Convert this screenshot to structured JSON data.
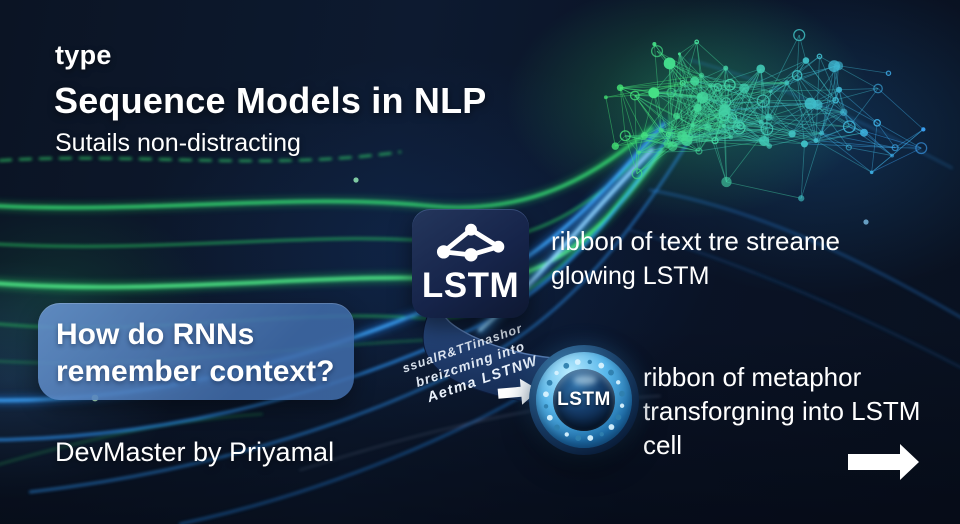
{
  "header": {
    "eyebrow": "type",
    "title": "Sequence Models in NLP",
    "subtitle": "Sutails non-distracting"
  },
  "badge": {
    "label": "LSTM"
  },
  "badge_caption": {
    "line1": "ribbon of text tre streame",
    "line2": "glowing LSTM"
  },
  "question": {
    "line1": "How do RNNs",
    "line2": "remember context?"
  },
  "ribbon": {
    "line1": "ssualR&TTinashor",
    "line2": "breizcming into",
    "line3": "Aetma LSTNW"
  },
  "cell": {
    "label": "LSTM"
  },
  "cell_caption": {
    "line1": "ribbon of metaphor",
    "line2": "transforgning into LSTM cell"
  },
  "footer": {
    "credit": "DevMaster by Priyamal"
  },
  "colors": {
    "accent_green": "#2de56b",
    "accent_blue": "#2f9bff",
    "question_bg": "#4f7fb5",
    "cell_ring": "#54b9ef",
    "badge_bg": "#16244a"
  }
}
